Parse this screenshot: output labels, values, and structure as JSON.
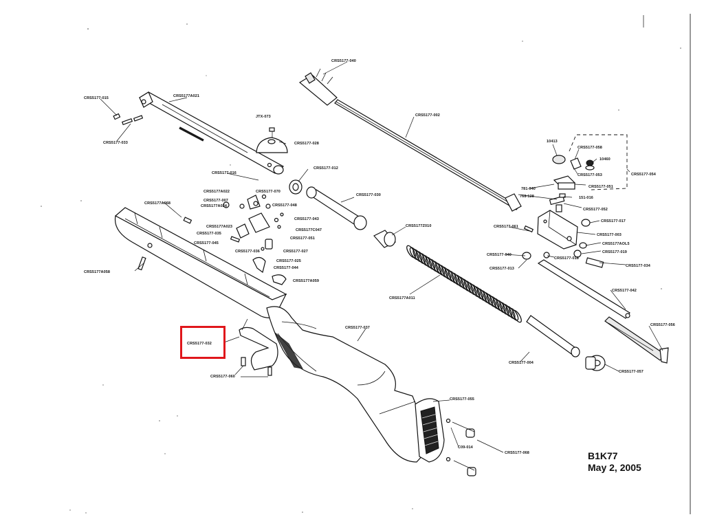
{
  "labels": {
    "l1": "CRS5177-040",
    "l2": "CRS5177-002",
    "l3": "CRS5177A021",
    "l4": "CRS5177-015",
    "l5": "CRS5177-033",
    "l6": "JTX-073",
    "l7": "CRS5177-028",
    "l8": "CRS5177-016",
    "l9": "CRS5177-012",
    "l10": "CRS5177A022",
    "l11": "CRS5177-007",
    "l12": "CRS5177-070",
    "l13": "CRS5177A024",
    "l14": "CRS5177-048",
    "l15": "CRS5177-030",
    "l16": "CRS5177A068",
    "l17": "CRS5177-043",
    "l18": "CRS5177A023",
    "l19": "CRS5177-035",
    "l20": "CRS5177C047",
    "l21": "CRS5177-045",
    "l22": "CRS5177-051",
    "l23": "CRS5177-036",
    "l24": "CRS5177-027",
    "l25": "CRS5177-025",
    "l26": "CRS5177-044",
    "l27": "CRS5177A059",
    "l28": "CRS5177A058",
    "l29": "CRS5177Z010",
    "l30": "CRS5177A011",
    "l31": "10413",
    "l32": "CRS5177-058",
    "l33": "10460",
    "l34": "CRS5177-053",
    "l35": "CRS5177-054",
    "l36": "CRS5177-051",
    "l37": "781-040",
    "l38": "768-128",
    "l39": "151-016",
    "l40": "CRS5177-052",
    "l41": "CRS5177-017",
    "l42": "CRS5177-061",
    "l43": "CRS5177-003",
    "l44": "CRS5177AOL5",
    "l45": "CRS5177-019",
    "l46": "CRS5177-040",
    "l47": "CRS5177-018",
    "l48": "CRS5177-013",
    "l49": "CRS5177-034",
    "l50": "CRS5177-042",
    "l51": "CRS5177-037",
    "l52": "CRS5177-032",
    "l53": "CRS5177-060",
    "l54": "CRS5177-056",
    "l55": "CRS5177-004",
    "l56": "CRS5177-057",
    "l57": "CRS5177-055",
    "l58": "C09-014",
    "l59": "CRS5177-068"
  },
  "stamp": {
    "code": "B1K77",
    "date": "May 2, 2005"
  },
  "colors": {
    "highlight": "#e0161b",
    "ink": "#111111",
    "paper": "#ffffff"
  }
}
